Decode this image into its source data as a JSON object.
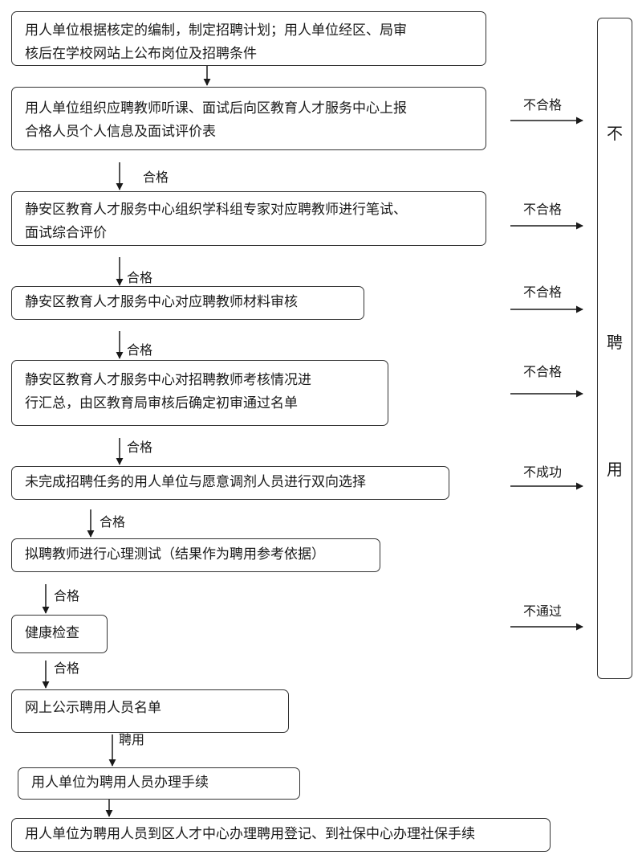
{
  "steps": [
    {
      "line1": "用人单位根据核定的编制，制定招聘计划；用人单位经区、局审",
      "line2": "核后在学校网站上公布岗位及招聘条件"
    },
    {
      "line1": "用人单位组织应聘教师听课、面试后向区教育人才服务中心上报",
      "line2": "合格人员个人信息及面试评价表"
    },
    {
      "line1": "静安区教育人才服务中心组织学科组专家对应聘教师进行笔试、",
      "line2": "面试综合评价"
    },
    {
      "line1": "静安区教育人才服务中心对应聘教师材料审核"
    },
    {
      "line1": "静安区教育人才服务中心对招聘教师考核情况进",
      "line2": "行汇总，由区教育局审核后确定初审通过名单"
    },
    {
      "line1": "未完成招聘任务的用人单位与愿意调剂人员进行双向选择"
    },
    {
      "line1": "拟聘教师进行心理测试（结果作为聘用参考依据）"
    },
    {
      "line1": "健康检查"
    },
    {
      "line1": "网上公示聘用人员名单"
    },
    {
      "line1": "用人单位为聘用人员办理手续"
    },
    {
      "line1": "用人单位为聘用人员到区人才中心办理聘用登记、到社保中心办理社保手续"
    }
  ],
  "down_labels": [
    "合格",
    "合格",
    "合格",
    "合格",
    "合格",
    "合格",
    "合格",
    "聘用"
  ],
  "side_labels": [
    "不合格",
    "不合格",
    "不合格",
    "不合格",
    "不成功",
    "不通过"
  ],
  "reject_box": {
    "chars": [
      "不",
      "聘",
      "用"
    ]
  }
}
